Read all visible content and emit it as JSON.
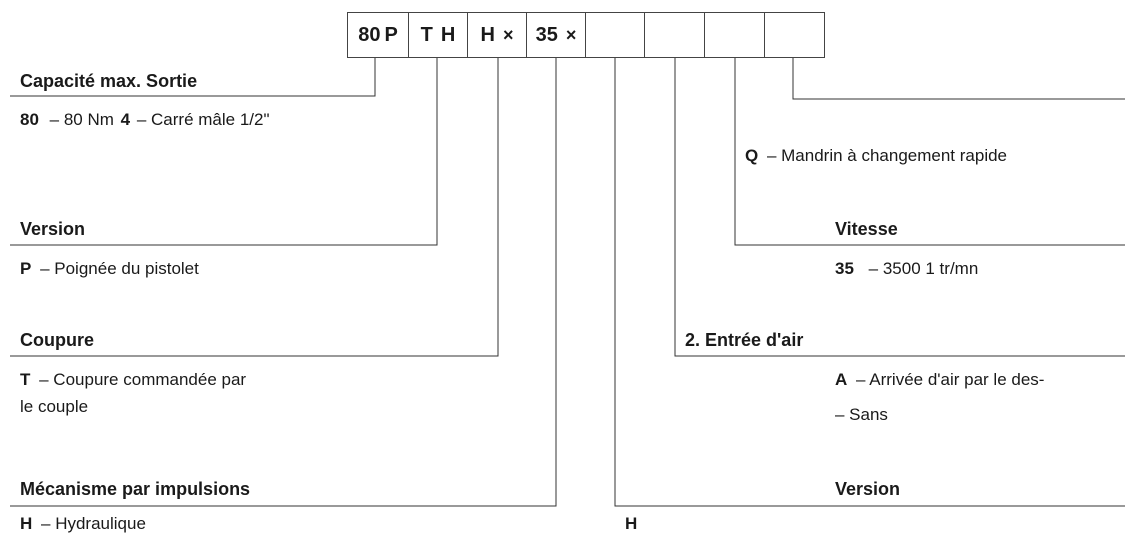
{
  "code": {
    "boxes": [
      "80",
      "P",
      "T",
      "H",
      "H",
      "×",
      "35",
      "×",
      "",
      "",
      "",
      ""
    ]
  },
  "sections": {
    "capacite": {
      "heading": "Capacité max. Sortie",
      "line1_a_bold": "80",
      "line1_a_text": "– 80 Nm",
      "line1_b_bold": "4",
      "line1_b_text": "– Carré mâle 1/2\""
    },
    "version_left": {
      "heading": "Version",
      "bold": "P",
      "text": "– Poignée du pistolet"
    },
    "coupure": {
      "heading": "Coupure",
      "bold": "T",
      "text_line1": "– Coupure commandée par",
      "text_line2": "le couple"
    },
    "mecanisme": {
      "heading": "Mécanisme par impulsions",
      "bold": "H",
      "text": "– Hydraulique"
    },
    "mandrin": {
      "bold": "Q",
      "text": "– Mandrin à changement rapide"
    },
    "vitesse": {
      "heading": "Vitesse",
      "bold": "35",
      "text": "– 3500 1 tr/mn"
    },
    "entree_air": {
      "heading": "2. Entrée d'air",
      "bold": "A",
      "text_line1": "– Arrivée d'air par le des-",
      "text_line2": "– Sans"
    },
    "version_right": {
      "heading": "Version",
      "bold": "H"
    }
  }
}
